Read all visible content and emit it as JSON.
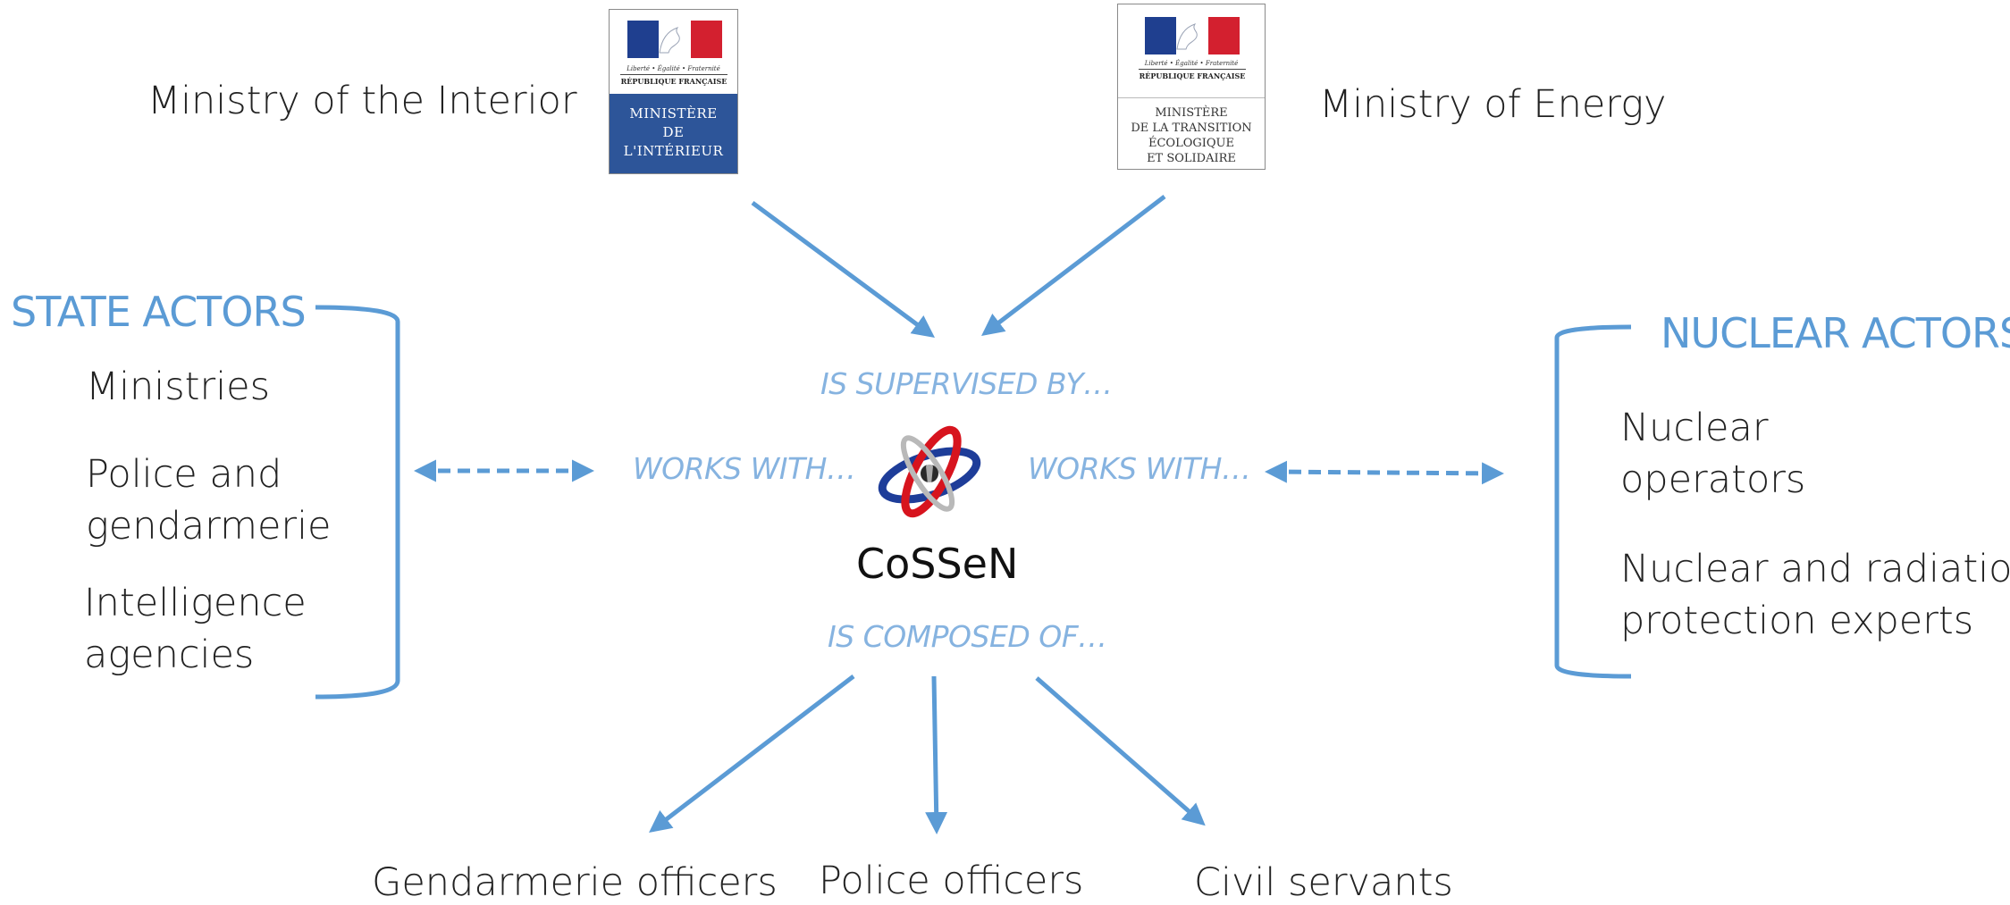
{
  "top": {
    "interior_label": "Ministry of the Interior",
    "energy_label": "Ministry of Energy"
  },
  "logo_interior": {
    "motto": "Liberté • Égalité • Fraternité",
    "republic": "RÉPUBLIQUE FRANÇAISE",
    "ministry_line1": "MINISTÈRE",
    "ministry_line2": "DE",
    "ministry_line3": "L'INTÉRIEUR"
  },
  "logo_energy": {
    "motto": "Liberté • Égalité • Fraternité",
    "republic": "RÉPUBLIQUE FRANÇAISE",
    "ministry_line1": "MINISTÈRE",
    "ministry_line2": "DE LA TRANSITION",
    "ministry_line3": "ÉCOLOGIQUE",
    "ministry_line4": "ET SOLIDAIRE"
  },
  "state_actors": {
    "heading": "STATE ACTORS",
    "items": [
      "Ministries",
      "Police and",
      "gendarmerie",
      "Intelligence",
      "agencies"
    ]
  },
  "nuclear_actors": {
    "heading": "NUCLEAR ACTORS",
    "items": [
      "Nuclear",
      "operators",
      "Nuclear and radiation",
      "protection experts"
    ]
  },
  "center": {
    "name": "CoSSeN",
    "supervised_by": "IS SUPERVISED BY…",
    "works_with_left": "WORKS WITH…",
    "works_with_right": "WORKS WITH…",
    "composed_of": "IS COMPOSED OF…"
  },
  "members": {
    "gendarmerie": "Gendarmerie officers",
    "police": "Police officers",
    "civil": "Civil servants"
  },
  "colors": {
    "accent": "#5b9bd5",
    "relation_text": "#86b3e0",
    "body_text": "#222222",
    "logo_blue": "#2d5599",
    "flag_red": "#d3202f",
    "emblem_red": "#d7141e",
    "emblem_blue": "#1e3d99"
  }
}
